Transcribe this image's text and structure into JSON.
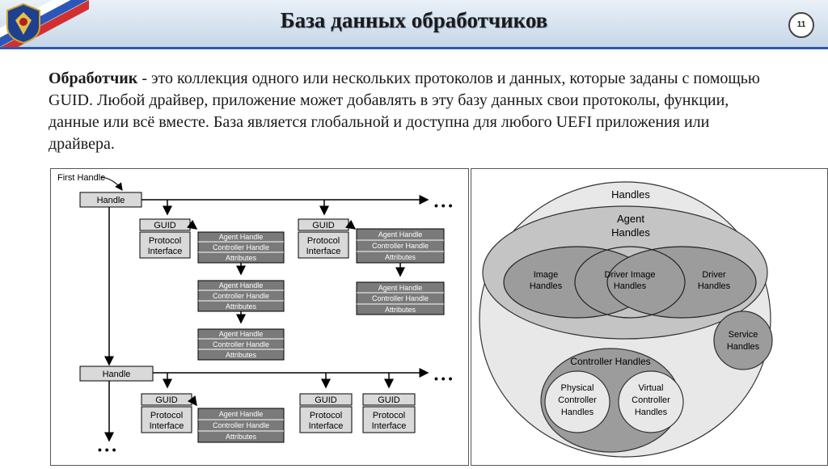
{
  "slide": {
    "title": "База данных обработчиков",
    "page_number": "11",
    "paragraph_term": "Обработчик",
    "paragraph_text": " - это коллекция одного или нескольких протоколов и данных, которые заданы с помощью GUID. Любой драйвер, приложение может добавлять в эту базу данных свои протоколы, функции, данные или всё вместе. База является глобальной и доступна для любого UEFI приложения или драйвера."
  },
  "left_diagram": {
    "first_handle_label": "First Handle",
    "handle_label": "Handle",
    "guid_label": "GUID",
    "protocol_line1": "Protocol",
    "protocol_line2": "Interface",
    "agent_handle": "Agent Handle",
    "controller_handle": "Controller Handle",
    "attributes": "Attributes",
    "ellipsis": "• • •"
  },
  "right_diagram": {
    "handles": "Handles",
    "agent_line1": "Agent",
    "agent_line2": "Handles",
    "image_line1": "Image",
    "image_line2": "Handles",
    "driver_image_line1": "Driver Image",
    "driver_image_line2": "Handles",
    "driver_line1": "Driver",
    "driver_line2": "Handles",
    "service_line1": "Service",
    "service_line2": "Handles",
    "controller_handles": "Controller Handles",
    "physical_line1": "Physical",
    "physical_line2": "Controller",
    "physical_line3": "Handles",
    "virtual_line1": "Virtual",
    "virtual_line2": "Controller",
    "virtual_line3": "Handles"
  },
  "colors": {
    "header_border": "#2a5aa8",
    "box_fill": "#d9d9d9",
    "entry_fill": "#7a7a7a",
    "ellipse_dark": "#9c9c9c",
    "ellipse_mid": "#c4c4c4"
  }
}
